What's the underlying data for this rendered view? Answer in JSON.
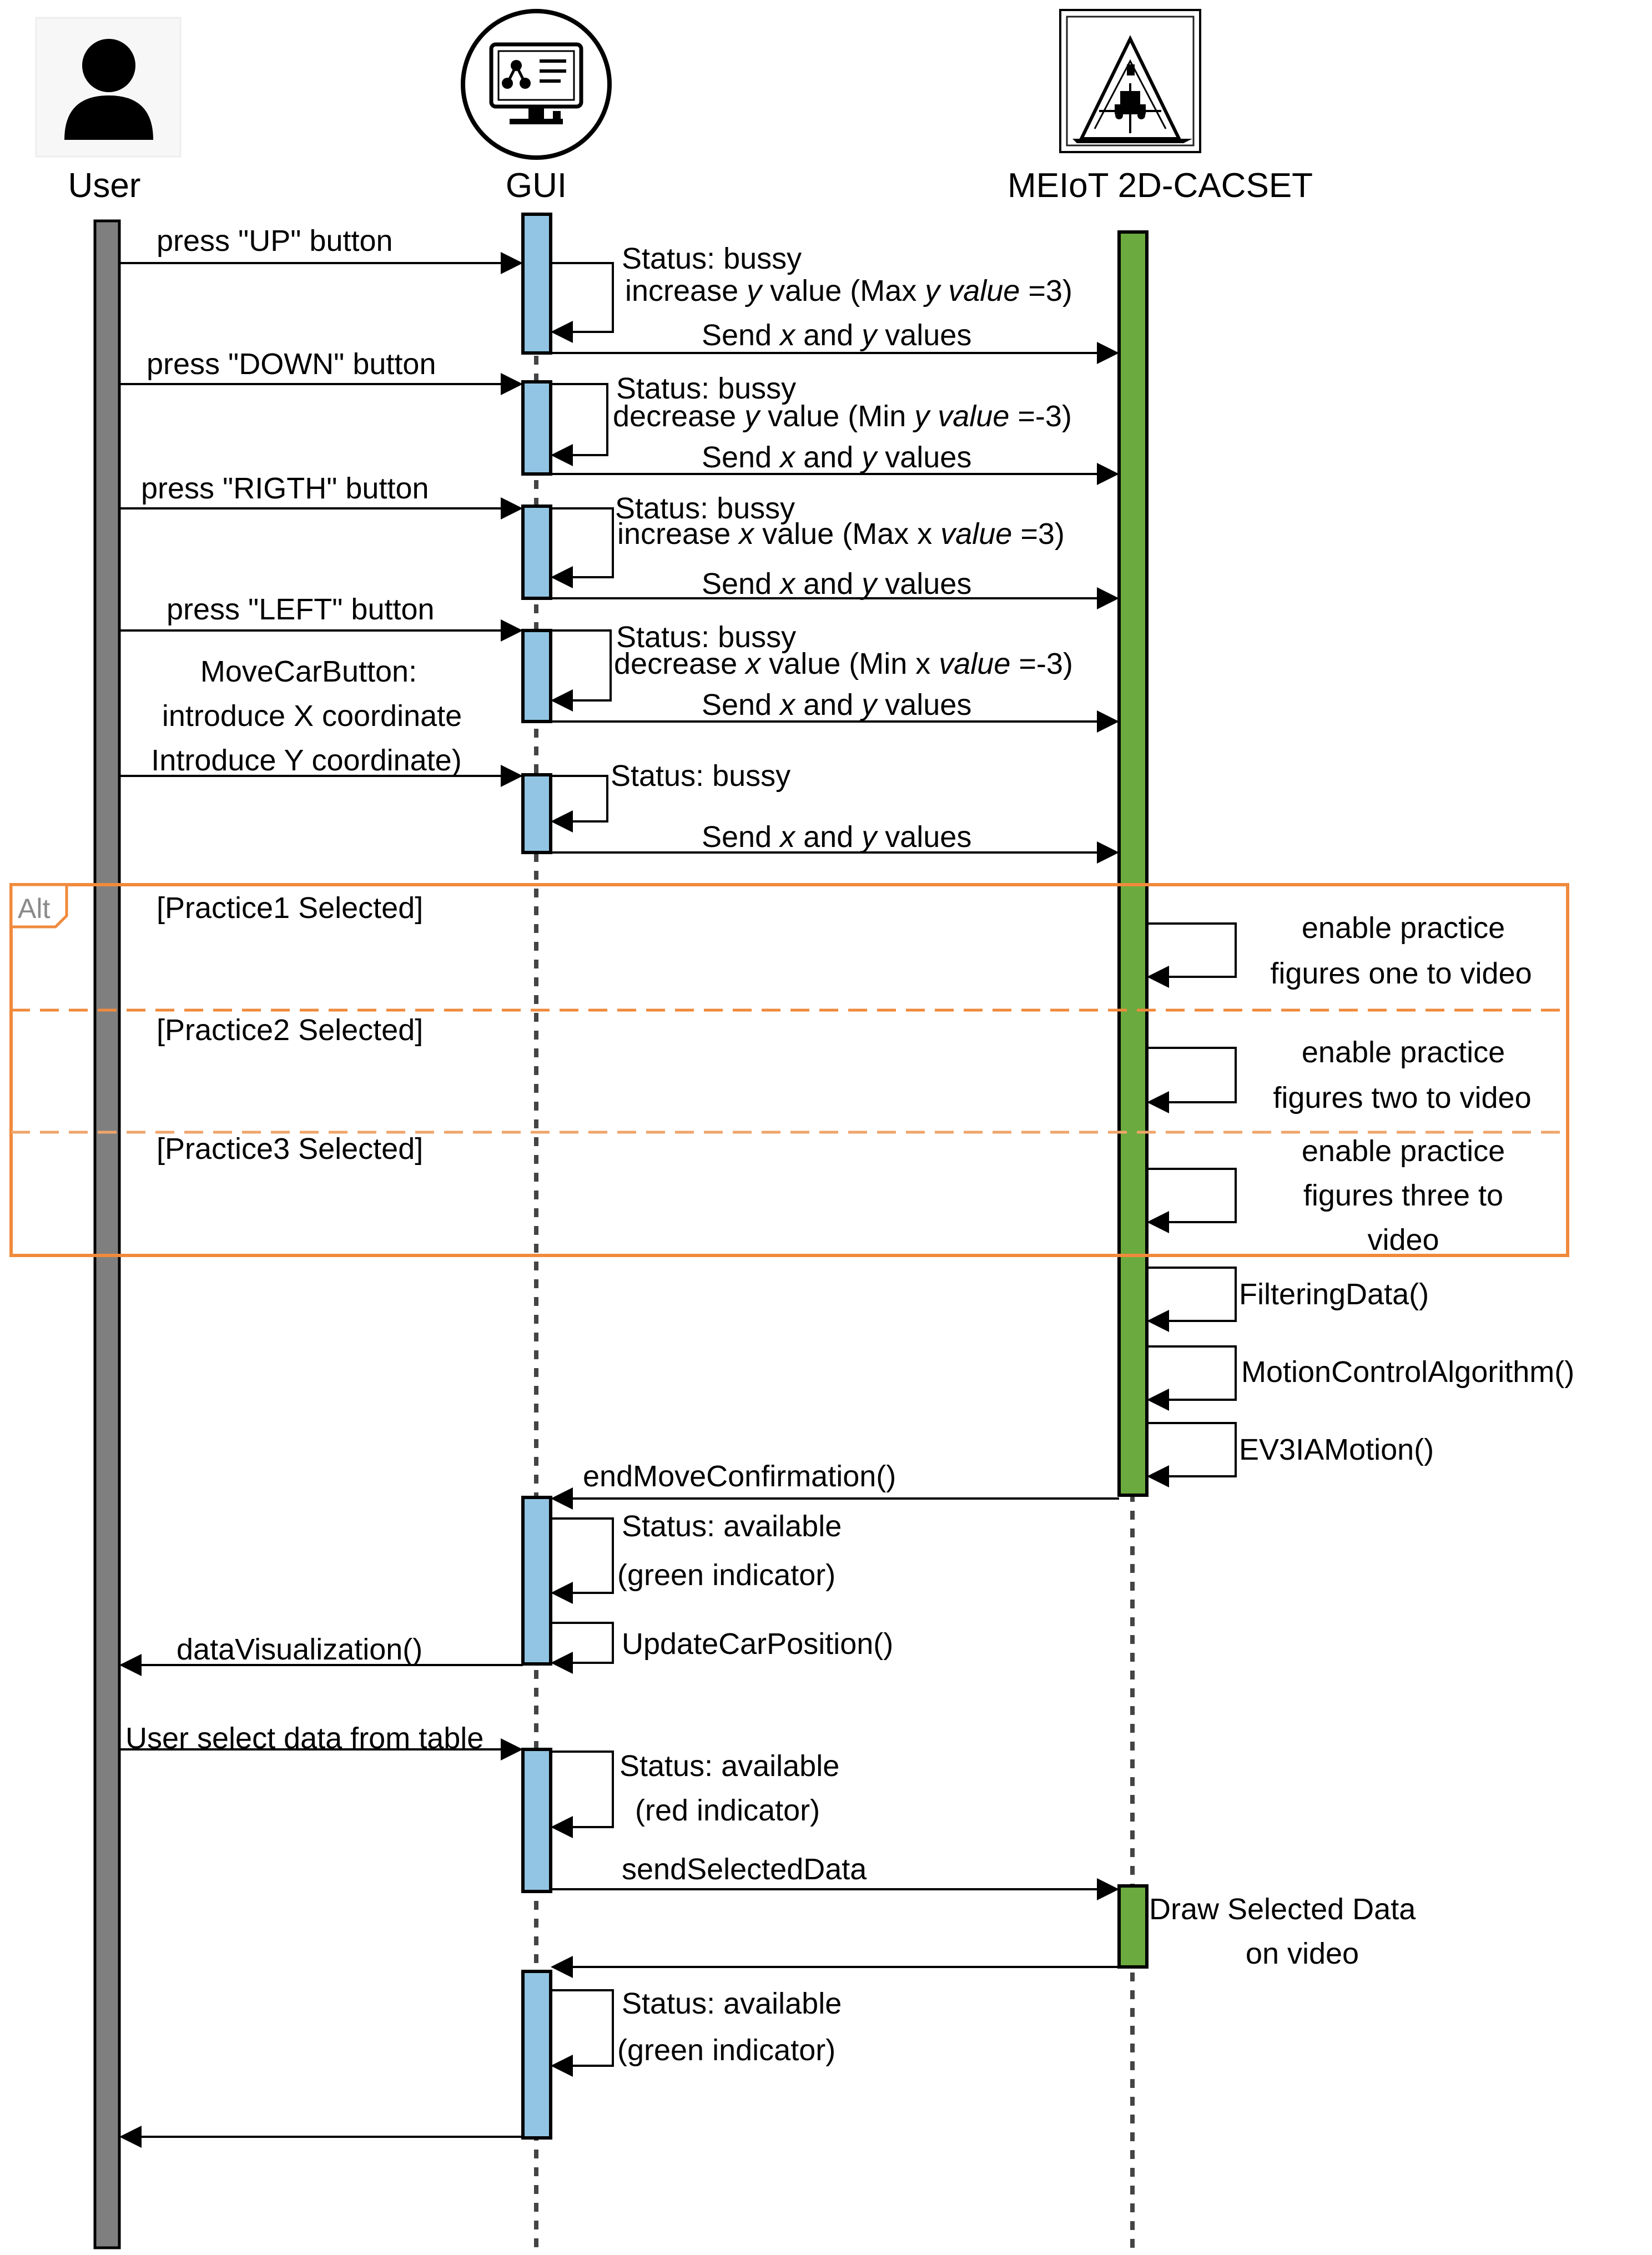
{
  "participants": {
    "user": {
      "label": "User",
      "icon": "person-icon"
    },
    "gui": {
      "label": "GUI",
      "icon": "computer-monitor-icon"
    },
    "meiot": {
      "label": "MEIoT 2D-CACSET",
      "icon": "car-track-platform-icon"
    }
  },
  "colors": {
    "user_bar": "#7f7f7f",
    "gui_activation": "#92c5e3",
    "meiot_activation": "#6aaa3e",
    "alt_frame": "#f08a3c",
    "alt_divider": "#f0a46a",
    "alt_tag": "#8a8a8a"
  },
  "messages": {
    "up": "press \"UP\" button",
    "down": "press \"DOWN\" button",
    "right": "press \"RIGTH\" button",
    "left": "press \"LEFT\" button",
    "movecar_1": "MoveCarButton:",
    "movecar_2": "introduce X coordinate",
    "movecar_3": "Introduce Y coordinate)",
    "status_bussy": "Status: bussy",
    "inc_y_a": "increase ",
    "inc_y_b": "y",
    "inc_y_c": " value (Max ",
    "inc_y_d": "y value",
    "inc_y_e": " =3)",
    "dec_y_a": "decrease ",
    "dec_y_b": "y",
    "dec_y_c": " value (Min ",
    "dec_y_d": "y value",
    "dec_y_e": " =-3)",
    "inc_x_a": "increase ",
    "inc_x_b": "x",
    "inc_x_c": " value (Max x ",
    "inc_x_d": "value",
    "inc_x_e": " =3)",
    "dec_x_a": "decrease ",
    "dec_x_b": "x",
    "dec_x_c": " value (Min x ",
    "dec_x_d": "value",
    "dec_x_e": " =-3)",
    "send_a": "Send ",
    "send_b": "x",
    "send_c": " and ",
    "send_d": "y",
    "send_e": " values",
    "filtering": "FilteringData()",
    "motion": "MotionControlAlgorithm()",
    "ev3": "EV3IAMotion()",
    "end_move": "endMoveConfirmation()",
    "status_available": "Status: available",
    "green_indicator": "(green indicator)",
    "red_indicator": "(red indicator)",
    "update_car": "UpdateCarPosition()",
    "data_vis": "dataVisualization()",
    "user_select": "User select data from table",
    "send_selected": "sendSelectedData",
    "draw_1": "Draw Selected Data",
    "draw_2": "on video"
  },
  "alt": {
    "tag": "Alt",
    "guard1": "[Practice1 Selected]",
    "guard2": "[Practice2 Selected]",
    "guard3": "[Practice3 Selected]",
    "p1_line1": "enable practice",
    "p1_line2": "figures one to video",
    "p2_line1": "enable practice",
    "p2_line2": "figures two to video",
    "p3_line1": "enable practice",
    "p3_line2": "figures three to",
    "p3_line3": "video"
  }
}
